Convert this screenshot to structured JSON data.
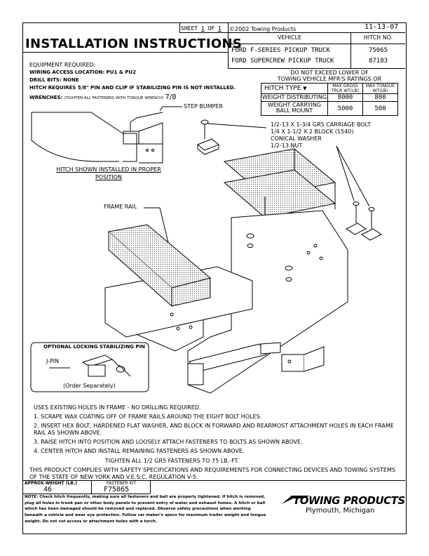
{
  "header": {
    "sheet_label": "SHEET",
    "sheet_num": "1",
    "of_label": "OF",
    "sheet_total": "1",
    "copyright": "©2002 Towing Products",
    "date": "11-13-07"
  },
  "title": "INSTALLATION INSTRUCTIONS",
  "vehicle_table": {
    "col_vehicle": "VEHICLE",
    "col_hitch": "HITCH NO.",
    "rows": [
      {
        "vehicle": "FORD F-SERIES PICKUP TRUCK",
        "hitch": "75065"
      },
      {
        "vehicle": "FORD SUPERCREW PICKUP TRUCK",
        "hitch": "87183"
      }
    ]
  },
  "equipment": {
    "required": "EQUIPMENT REQUIRED:",
    "wiring": "WIRING ACCESS LOCATION: PU1 & PU2",
    "drill": "DRILL BITS:  NONE",
    "pin": "HITCH REQUIRES 5/8\" PIN AND CLIP IF STABILIZING PIN IS NOT INSTALLED.",
    "wrenches_label": "WRENCHES:",
    "wrenches_note": "(TIGHTEN ALL FASTENERS WITH TORQUE WRENCH)",
    "wrenches_value": "7/8"
  },
  "ratings": {
    "warning_line1": "DO NOT EXCEED LOWER OF",
    "warning_line2": "TOWING VEHICLE MFR'S RATINGS OR",
    "col_type": "HITCH TYPE",
    "col_gross": "MAX GROSS TRLR WT(LB)",
    "col_tongue": "MAX TONGUE WT(LB)",
    "rows": [
      {
        "type": "WEIGHT DISTRIBUTING",
        "gross": "8000",
        "tongue": "800"
      },
      {
        "type": "WEIGHT CARRYING BALL MOUNT",
        "gross": "5000",
        "tongue": "500"
      }
    ]
  },
  "diagram": {
    "step_bumper": "STEP BUMPER",
    "hitch_installed": "HITCH SHOWN INSTALLED IN PROPER POSITION",
    "frame_rail": "FRAME RAIL",
    "fastener_1": "1/2-13 X 1-3/4 GR5 CARRIAGE BOLT",
    "fastener_2": "1/4 X 1-1/2 X 2 BLOCK (1540)",
    "fastener_3": "CONICAL WASHER",
    "fastener_4": "1/2-13 NUT",
    "lock_title": "OPTIONAL LOCKING STABILIZING PIN",
    "jpin": "J-PIN",
    "order_sep": "(Order Separately)"
  },
  "instructions": {
    "intro": "USES EXISTING HOLES IN FRAME - NO DRILLING REQUIRED.",
    "steps": [
      "1. SCRAPE WAX COATING OFF OF FRAME RAILS AROUND THE EIGHT BOLT HOLES.",
      "2. INSERT HEX BOLT, HARDENED FLAT WASHER, AND BLOCK IN FORWARD AND REARMOST ATTACHMENT HOLES IN EACH FRAME RAIL AS SHOWN ABOVE.",
      "3. RAISE HITCH INTO POSITION AND LOOSELY ATTACH FASTENERS TO BOLTS AS SHOWN ABOVE.",
      "4. CENTER HITCH AND INSTALL REMAINING FASTENERS AS SHOWN ABOVE."
    ],
    "torque": "TIGHTEN ALL 1/2  GR5 FASTENERS TO 75 LB.-FT.",
    "compliance": "THIS PRODUCT COMPLIES WITH SAFETY SPECIFICATIONS AND REQUIREMENTS FOR CONNECTING DEVICES AND TOWING SYSTEMS OF THE STATE OF NEW YORK AND V.E.S.C. REGULATION V-5."
  },
  "footer": {
    "weight_label": "APPROX WEIGHT (LB.)",
    "weight_value": "46",
    "kit_label": "FASTENER KIT",
    "kit_value": "F75065",
    "note": "NOTE: Check hitch frequently, making sure all fasteners and ball are properly tightened. If hitch is removed, plug all holes in trunk pan or other body panels to prevent entry of water and exhaust fumes. A hitch or ball which has been damaged should be removed and replaced. Observe safety precautions when working beneath a vehicle and wear eye protection. Follow car maker's specs for maximum trailer weight and tongue weight. Do not cut access or attachment holes with a torch.",
    "brand": "TOWING PRODUCTS",
    "location": "Plymouth, Michigan"
  }
}
